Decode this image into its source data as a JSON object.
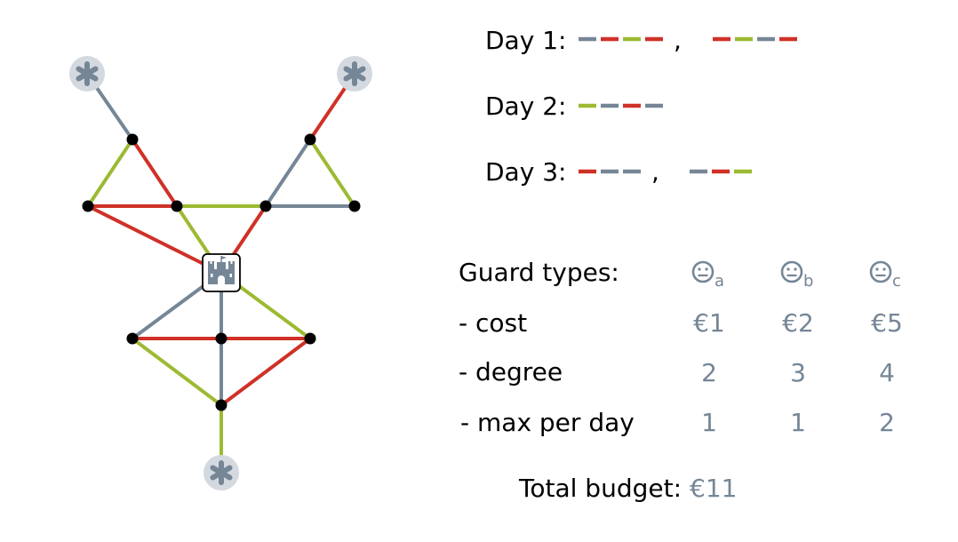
{
  "colors": {
    "gray": "#758696",
    "red": "#cf3126",
    "green": "#9cba32",
    "node": "#000000",
    "asterisk_bg": "#d4d9e0"
  },
  "graph": {
    "nodes": [
      {
        "id": "S1",
        "kind": "source"
      },
      {
        "id": "S2",
        "kind": "source"
      },
      {
        "id": "S3",
        "kind": "source"
      },
      {
        "id": "A",
        "kind": "dot"
      },
      {
        "id": "B",
        "kind": "dot"
      },
      {
        "id": "C",
        "kind": "dot"
      },
      {
        "id": "D",
        "kind": "dot"
      },
      {
        "id": "E",
        "kind": "dot"
      },
      {
        "id": "F",
        "kind": "dot"
      },
      {
        "id": "G",
        "kind": "dot"
      },
      {
        "id": "H",
        "kind": "dot"
      },
      {
        "id": "I",
        "kind": "dot"
      },
      {
        "id": "J",
        "kind": "dot"
      },
      {
        "id": "K",
        "kind": "castle"
      }
    ],
    "edges": [
      {
        "from": "S1",
        "to": "A",
        "color": "gray"
      },
      {
        "from": "A",
        "to": "B",
        "color": "green"
      },
      {
        "from": "A",
        "to": "C",
        "color": "red"
      },
      {
        "from": "B",
        "to": "C",
        "color": "red"
      },
      {
        "from": "B",
        "to": "K",
        "color": "red"
      },
      {
        "from": "C",
        "to": "D",
        "color": "green"
      },
      {
        "from": "C",
        "to": "K",
        "color": "green"
      },
      {
        "from": "D",
        "to": "K",
        "color": "red"
      },
      {
        "from": "D",
        "to": "E",
        "color": "gray"
      },
      {
        "from": "D",
        "to": "F",
        "color": "gray"
      },
      {
        "from": "E",
        "to": "F",
        "color": "green"
      },
      {
        "from": "E",
        "to": "S2",
        "color": "red"
      },
      {
        "from": "K",
        "to": "G",
        "color": "gray"
      },
      {
        "from": "K",
        "to": "H",
        "color": "gray"
      },
      {
        "from": "K",
        "to": "I",
        "color": "green"
      },
      {
        "from": "G",
        "to": "H",
        "color": "red"
      },
      {
        "from": "H",
        "to": "I",
        "color": "red"
      },
      {
        "from": "G",
        "to": "J",
        "color": "green"
      },
      {
        "from": "H",
        "to": "J",
        "color": "gray"
      },
      {
        "from": "I",
        "to": "J",
        "color": "red"
      },
      {
        "from": "J",
        "to": "S3",
        "color": "green"
      }
    ]
  },
  "days": [
    {
      "label": "Day 1:",
      "sequences": [
        [
          "gray",
          "red",
          "green",
          "red"
        ],
        [
          "red",
          "green",
          "gray",
          "red"
        ]
      ],
      "separator": ","
    },
    {
      "label": "Day 2:",
      "sequences": [
        [
          "green",
          "gray",
          "red",
          "gray"
        ]
      ],
      "separator": ""
    },
    {
      "label": "Day 3:",
      "sequences": [
        [
          "red",
          "gray",
          "gray"
        ],
        [
          "gray",
          "red",
          "green"
        ]
      ],
      "separator": ","
    }
  ],
  "guards": {
    "heading": "Guard types:",
    "types": [
      "a",
      "b",
      "c"
    ],
    "rows": [
      {
        "label": "- cost",
        "values": [
          "€1",
          "€2",
          "€5"
        ]
      },
      {
        "label": "- degree",
        "values": [
          "2",
          "3",
          "4"
        ]
      },
      {
        "label": "- max per day",
        "values": [
          "1",
          "1",
          "2"
        ]
      }
    ]
  },
  "budget": {
    "label": "Total budget:",
    "value": "€11"
  }
}
